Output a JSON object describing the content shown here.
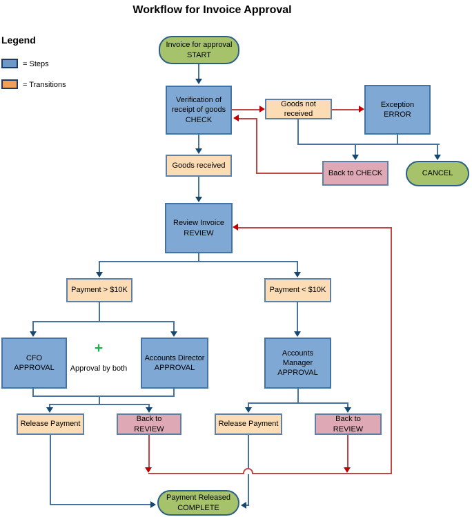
{
  "title": "Workflow for Invoice Approval",
  "legend": {
    "heading": "Legend",
    "items": [
      {
        "label": "= Steps",
        "color": "#6D99C9"
      },
      {
        "label": "= Transitions",
        "color": "#F0A057"
      }
    ]
  },
  "nodes": {
    "start": {
      "label": "Invoice for approval",
      "sub": "START"
    },
    "check": {
      "label": "Verification of receipt of goods",
      "sub": "CHECK"
    },
    "goods_not_received": {
      "label": "Goods not received"
    },
    "exception": {
      "label": "Exception",
      "sub": "ERROR"
    },
    "goods_received": {
      "label": "Goods received"
    },
    "back_to_check": {
      "label": "Back to CHECK"
    },
    "cancel": {
      "label": "CANCEL"
    },
    "review": {
      "label": "Review Invoice",
      "sub": "REVIEW"
    },
    "payment_gt_10k": {
      "label": "Payment > $10K"
    },
    "payment_lt_10k": {
      "label": "Payment < $10K"
    },
    "cfo_approval": {
      "label": "CFO",
      "sub": "APPROVAL"
    },
    "accounts_director": {
      "label": "Accounts Director",
      "sub": "APPROVAL"
    },
    "accounts_manager": {
      "label": "Accounts Manager",
      "sub": "APPROVAL"
    },
    "release_payment_left": {
      "label": "Release Payment"
    },
    "back_to_review_left": {
      "label": "Back to",
      "sub": "REVIEW"
    },
    "release_payment_right": {
      "label": "Release Payment"
    },
    "back_to_review_right": {
      "label": "Back to",
      "sub": "REVIEW"
    },
    "complete": {
      "label": "Payment Released",
      "sub": "COMPLETE"
    }
  },
  "annotations": {
    "plus": "+",
    "approval_by_both": "Approval by both"
  },
  "palette": {
    "step_fill": "#7FA8D4",
    "step_border": "#4472A4",
    "transition_fill": "#FBDCB4",
    "transition_border": "#5C80A8",
    "back_fill": "#DEA9B4",
    "terminal_fill": "#A6C36C",
    "terminal_border": "#2C5F87",
    "legend_steps_fill": "#6D99C9",
    "legend_transitions_fill": "#F0A057",
    "legend_swatch_border": "#1F3864",
    "blue_connector": "#47729F",
    "blue_arrowhead": "#17466E",
    "red_connector": "#C00000",
    "plus_green": "#1EB153"
  }
}
